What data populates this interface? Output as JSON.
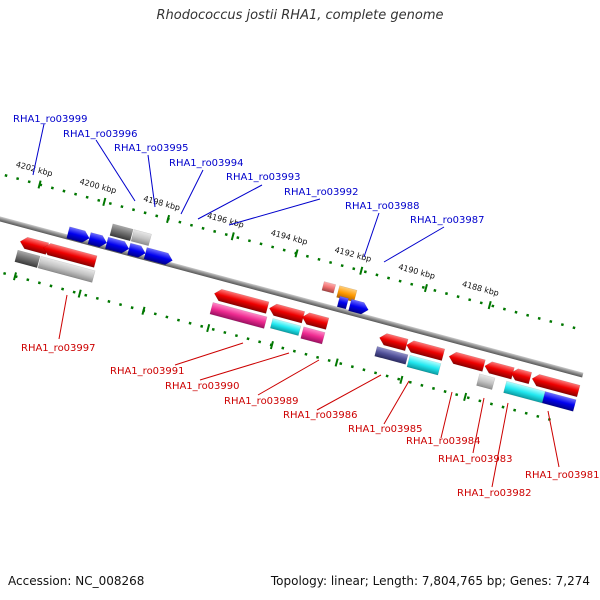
{
  "title": "Rhodococcus jostii RHA1, complete genome",
  "footer": {
    "accession": "Accession: NC_008268",
    "stats": "Topology: linear; Length: 7,804,765 bp; Genes: 7,274"
  },
  "scale_labels": [
    "4202 kbp",
    "4200 kbp",
    "4198 kbp",
    "4196 kbp",
    "4194 kbp",
    "4192 kbp",
    "4190 kbp",
    "4188 kbp"
  ],
  "top_gene_labels": [
    "RHA1_ro03999",
    "RHA1_ro03996",
    "RHA1_ro03995",
    "RHA1_ro03994",
    "RHA1_ro03993",
    "RHA1_ro03992",
    "RHA1_ro03988",
    "RHA1_ro03987"
  ],
  "bottom_gene_labels": [
    "RHA1_ro03997",
    "RHA1_ro03991",
    "RHA1_ro03990",
    "RHA1_ro03989",
    "RHA1_ro03986",
    "RHA1_ro03985",
    "RHA1_ro03984",
    "RHA1_ro03983",
    "RHA1_ro03982",
    "RHA1_ro03981"
  ],
  "colors": {
    "top_label": "#0000cc",
    "bottom_label": "#cc0000",
    "forward_gene": "#0000ee",
    "reverse_gene": "#ee0000",
    "tick": "#007700",
    "backbone": "#888888"
  }
}
